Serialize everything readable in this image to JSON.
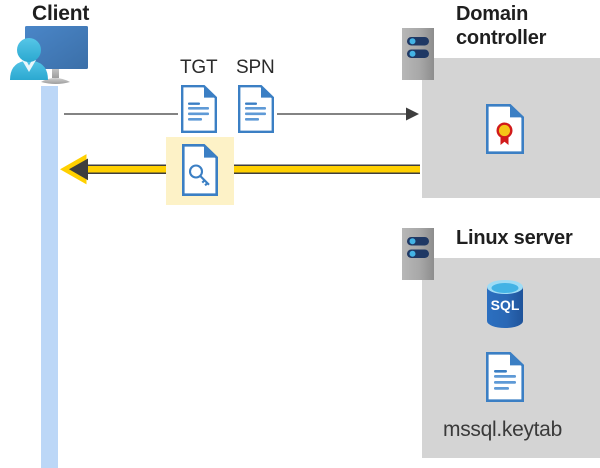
{
  "diagram": {
    "title_client": "Client",
    "title_domain_controller": "Domain\ncontroller",
    "title_linux_server": "Linux server"
  },
  "flow": {
    "request_labels": [
      {
        "id": "tgt",
        "text": "TGT"
      },
      {
        "id": "spn",
        "text": "SPN"
      }
    ],
    "request_arrow": {
      "direction": "right",
      "color": "#5a5a5a",
      "from": "client",
      "to": "domain-controller"
    },
    "response_arrow": {
      "direction": "left",
      "color": "#ffd000",
      "outline": "#3d3d3d",
      "from": "domain-controller",
      "to": "client"
    },
    "highlight_color": "#fdf2c7"
  },
  "domain_controller": {
    "contents": [
      {
        "icon": "certificate-document-icon"
      }
    ]
  },
  "linux_server": {
    "contents": [
      {
        "icon": "sql-database-icon",
        "label": "SQL"
      },
      {
        "icon": "document-icon",
        "label": "mssql.keytab"
      }
    ],
    "keytab_filename": "mssql.keytab"
  },
  "colors": {
    "panel_gray": "#d4d4d4",
    "lifeline_blue": "#bcd7f7",
    "accent_blue": "#3b7fc4",
    "server_gray": "#9e9e9e",
    "server_bar_navy": "#1f3864",
    "server_dot_cyan": "#43b3e5",
    "arrow_yellow": "#ffd000",
    "arrow_gray": "#5a5a5a",
    "cert_red": "#d11a1a",
    "cert_gold": "#f5c518",
    "text_dark": "#1f1f1f"
  }
}
